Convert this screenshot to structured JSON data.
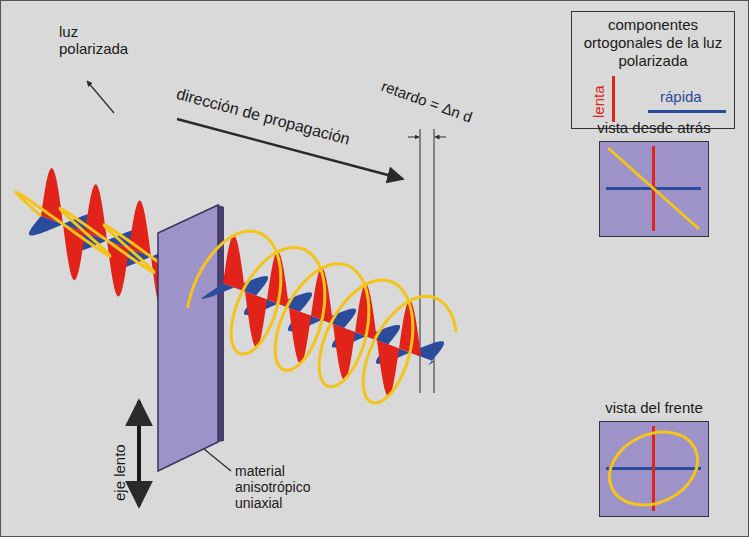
{
  "diagram": {
    "nodes": [
      {
        "text": [
          "componentes ortogonales de la luz polarizada"
        ]
      },
      {
        "text": [
          "vista desde atrás"
        ]
      },
      {
        "text": [
          "vista del frente"
        ]
      }
    ],
    "labels": [
      "luz polarizada",
      "dirección de propagación",
      "retardo = Δn d",
      "eje lento",
      "material anisotrópico uniaxial"
    ],
    "legend": [
      {
        "text": "lenta",
        "color": "#e2231a"
      },
      {
        "text": "rápida",
        "color": "#2b4b9b"
      }
    ]
  }
}
